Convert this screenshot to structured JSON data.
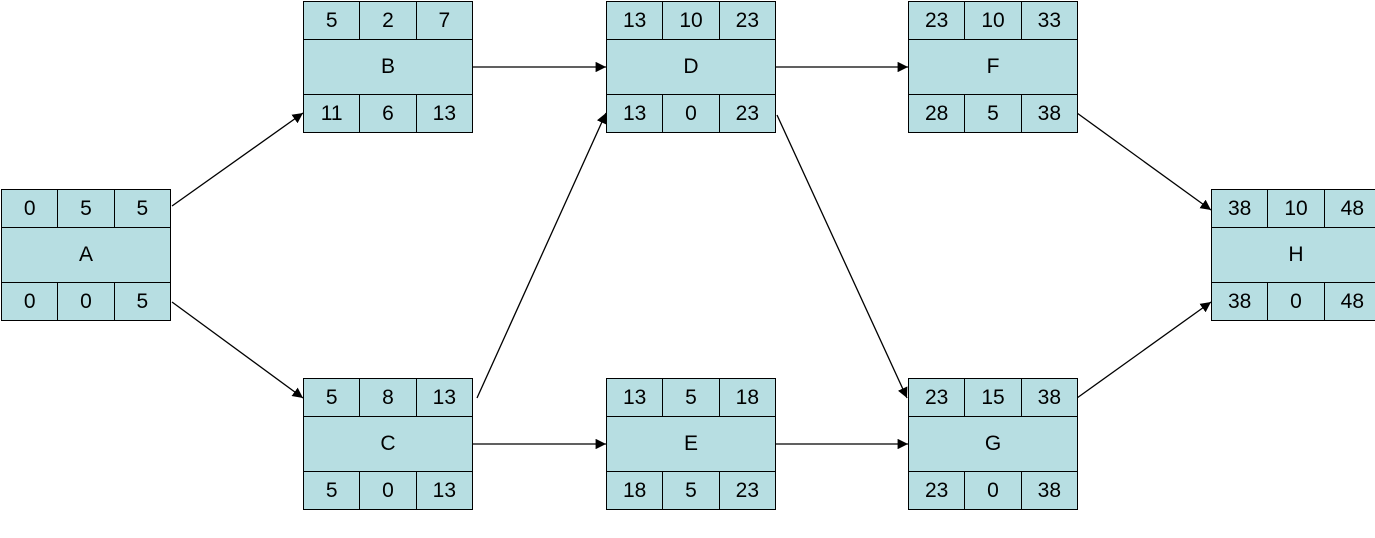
{
  "colors": {
    "node_fill": "#b7dee2",
    "stroke": "#000000"
  },
  "nodes": {
    "A": {
      "label": "A",
      "top": [
        "0",
        "5",
        "5"
      ],
      "bottom": [
        "0",
        "0",
        "5"
      ]
    },
    "B": {
      "label": "B",
      "top": [
        "5",
        "2",
        "7"
      ],
      "bottom": [
        "11",
        "6",
        "13"
      ]
    },
    "C": {
      "label": "C",
      "top": [
        "5",
        "8",
        "13"
      ],
      "bottom": [
        "5",
        "0",
        "13"
      ]
    },
    "D": {
      "label": "D",
      "top": [
        "13",
        "10",
        "23"
      ],
      "bottom": [
        "13",
        "0",
        "23"
      ]
    },
    "E": {
      "label": "E",
      "top": [
        "13",
        "5",
        "18"
      ],
      "bottom": [
        "18",
        "5",
        "23"
      ]
    },
    "F": {
      "label": "F",
      "top": [
        "23",
        "10",
        "33"
      ],
      "bottom": [
        "28",
        "5",
        "38"
      ]
    },
    "G": {
      "label": "G",
      "top": [
        "23",
        "15",
        "38"
      ],
      "bottom": [
        "23",
        "0",
        "38"
      ]
    },
    "H": {
      "label": "H",
      "top": [
        "38",
        "10",
        "48"
      ],
      "bottom": [
        "38",
        "0",
        "48"
      ]
    }
  },
  "edges": [
    {
      "from": "A",
      "to": "B"
    },
    {
      "from": "A",
      "to": "C"
    },
    {
      "from": "B",
      "to": "D"
    },
    {
      "from": "C",
      "to": "D"
    },
    {
      "from": "C",
      "to": "E"
    },
    {
      "from": "D",
      "to": "F"
    },
    {
      "from": "D",
      "to": "G"
    },
    {
      "from": "E",
      "to": "G"
    },
    {
      "from": "F",
      "to": "H"
    },
    {
      "from": "G",
      "to": "H"
    }
  ]
}
